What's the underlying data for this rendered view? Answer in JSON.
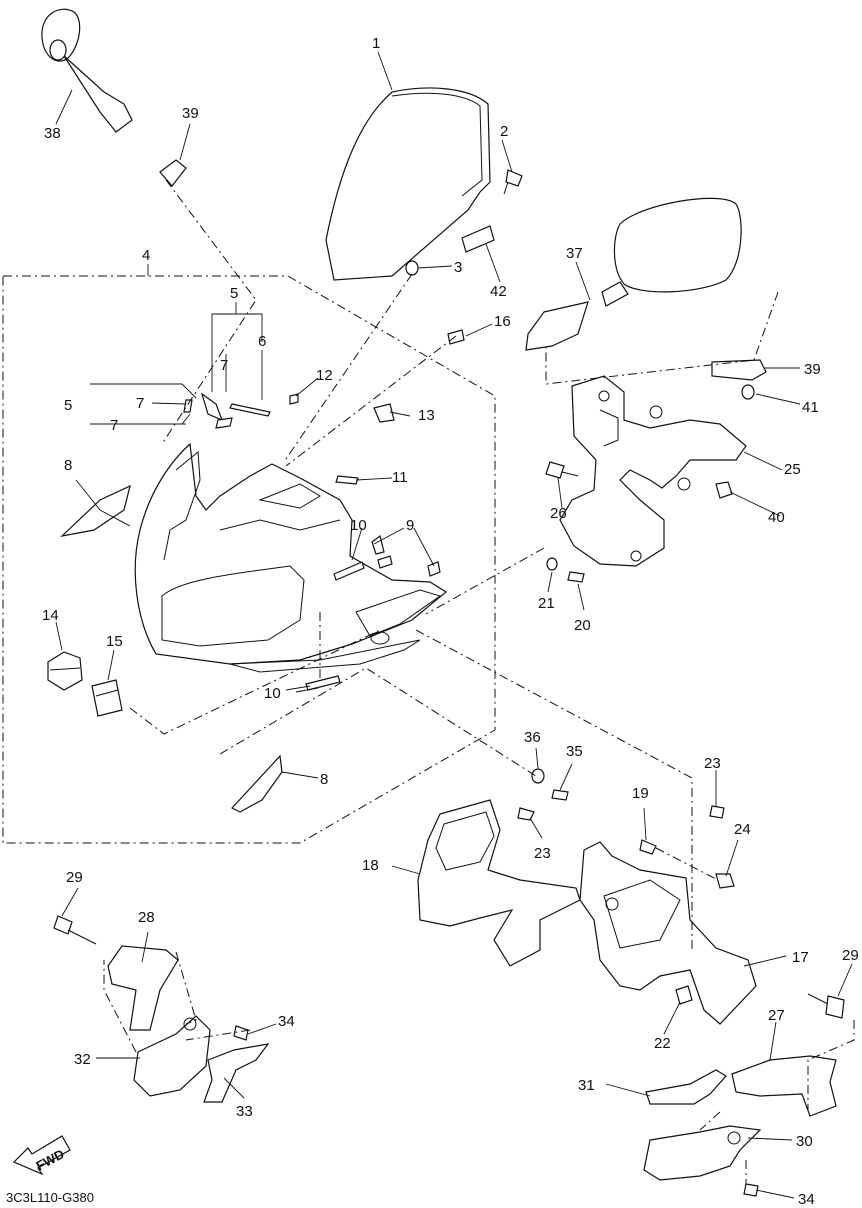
{
  "diagram": {
    "labels": [
      "1",
      "2",
      "3",
      "4",
      "5",
      "5",
      "6",
      "7",
      "7",
      "7",
      "8",
      "8",
      "9",
      "10",
      "10",
      "11",
      "12",
      "13",
      "14",
      "15",
      "16",
      "17",
      "18",
      "19",
      "20",
      "21",
      "22",
      "23",
      "23",
      "24",
      "25",
      "26",
      "27",
      "28",
      "29",
      "29",
      "30",
      "31",
      "32",
      "33",
      "34",
      "34",
      "35",
      "36",
      "37",
      "38",
      "39",
      "39",
      "40",
      "41",
      "42"
    ],
    "fwd_text": "FWD",
    "drawing_code": "3C3L110-G380"
  }
}
